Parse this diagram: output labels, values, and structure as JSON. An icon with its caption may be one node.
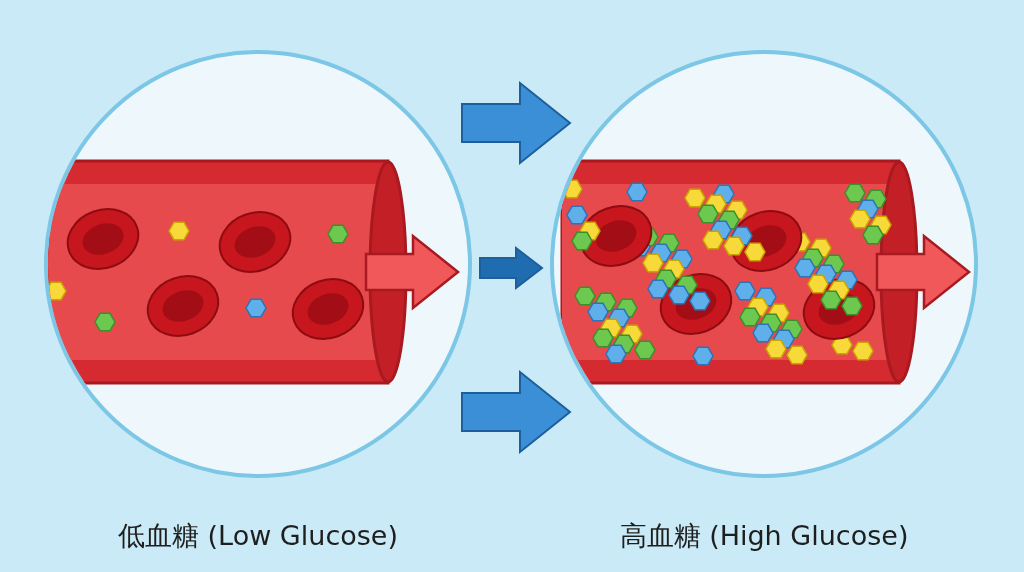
{
  "diagram": {
    "nodes": [
      {
        "text": [
          "低血糖 (Low Glucose)"
        ]
      },
      {
        "text": [
          "高血糖 (High Glucose)"
        ]
      }
    ],
    "edges": [
      {
        "from": 0,
        "to": 1,
        "arrow": "to"
      },
      {
        "from": 0,
        "to": 1,
        "arrow": "to",
        "color": "#1f6cb0"
      },
      {
        "from": 0,
        "to": 1,
        "arrow": "to"
      }
    ]
  }
}
